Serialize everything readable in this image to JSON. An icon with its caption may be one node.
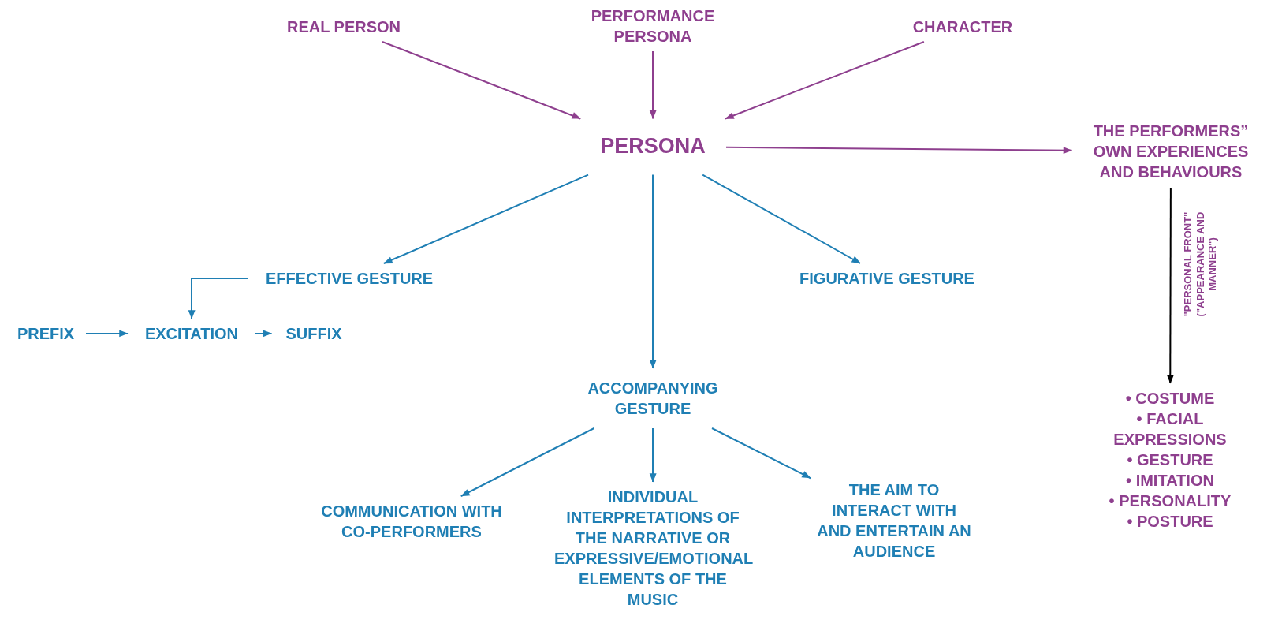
{
  "diagram": {
    "nodes": [
      {
        "text": [
          "REAL PERSON"
        ]
      },
      {
        "text": [
          "PERFORMANCE PERSONA"
        ]
      },
      {
        "text": [
          "CHARACTER"
        ]
      },
      {
        "text": [
          "PERSONA"
        ]
      },
      {
        "text": [
          "THE PERFORMERS” OWN EXPERIENCES AND BEHAVIOURS"
        ]
      },
      {
        "text": [
          "EFFECTIVE GESTURE"
        ]
      },
      {
        "text": [
          "FIGURATIVE GESTURE"
        ]
      },
      {
        "text": [
          "PREFIX"
        ]
      },
      {
        "text": [
          "EXCITATION"
        ]
      },
      {
        "text": [
          "SUFFIX"
        ]
      },
      {
        "text": [
          "ACCOMPANYING GESTURE"
        ]
      },
      {
        "text": [
          "COMMUNICATION WITH CO-PERFORMERS"
        ]
      },
      {
        "text": [
          "INDIVIDUAL INTERPRETATIONS OF THE NARRATIVE OR EXPRESSIVE/EMOTIONAL ELEMENTS OF THE MUSIC"
        ]
      },
      {
        "text": [
          "THE AIM TO INTERACT WITH AND ENTERTAIN AN AUDIENCE"
        ]
      },
      {
        "text": [
          "• COSTUME",
          "• FACIAL EXPRESSIONS",
          "• GESTURE",
          "• IMITATION",
          "• PERSONALITY",
          "• POSTURE"
        ]
      }
    ],
    "edges": [
      {
        "from": 0,
        "to": 3,
        "arrow": "to",
        "color": "#8e3f8e"
      },
      {
        "from": 1,
        "to": 3,
        "arrow": "to",
        "color": "#8e3f8e"
      },
      {
        "from": 2,
        "to": 3,
        "arrow": "to",
        "color": "#8e3f8e"
      },
      {
        "from": 3,
        "to": 4,
        "arrow": "to",
        "color": "#8e3f8e"
      },
      {
        "from": 3,
        "to": 5,
        "arrow": "to"
      },
      {
        "from": 3,
        "to": 6,
        "arrow": "to"
      },
      {
        "from": 3,
        "to": 10,
        "arrow": "to"
      },
      {
        "from": 5,
        "to": 8,
        "arrow": "to"
      },
      {
        "from": 7,
        "to": 8,
        "arrow": "to"
      },
      {
        "from": 8,
        "to": 9,
        "arrow": "to"
      },
      {
        "from": 10,
        "to": 11,
        "arrow": "to"
      },
      {
        "from": 10,
        "to": 12,
        "arrow": "to"
      },
      {
        "from": 10,
        "to": 13,
        "arrow": "to"
      },
      {
        "from": 4,
        "to": 14,
        "arrow": "to",
        "label": "\"PERSONAL FRONT\" (\"APPEARANCE AND MANNER\")",
        "color": "#000000"
      }
    ]
  }
}
